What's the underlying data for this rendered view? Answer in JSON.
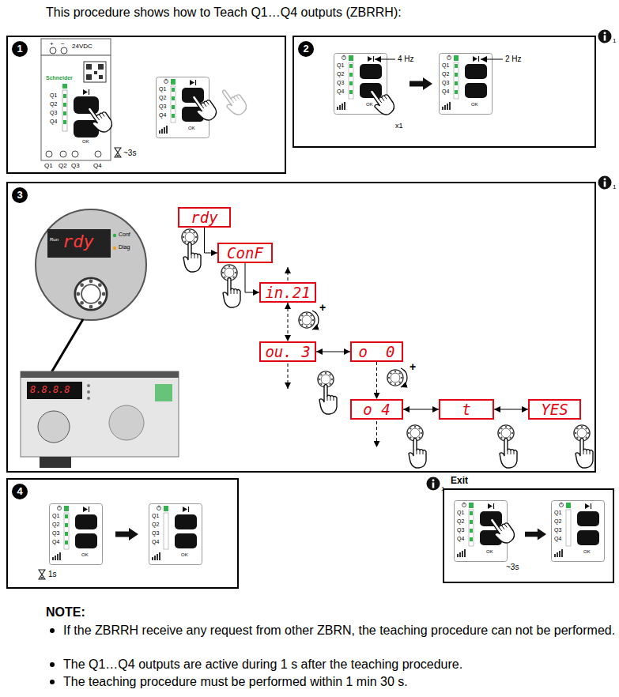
{
  "diagram": {
    "title": "This procedure shows how to Teach Q1…Q4 outputs (ZBRRH):",
    "nodes": [
      {
        "text": [
          "1"
        ]
      },
      {
        "text": [
          "2"
        ]
      },
      {
        "text": [
          "3"
        ]
      },
      {
        "text": [
          "rdy"
        ],
        "in": 2
      },
      {
        "text": [
          "ConF"
        ],
        "in": 2
      },
      {
        "text": [
          "in.21"
        ],
        "in": 2
      },
      {
        "text": [
          "ou. 3"
        ],
        "in": 2
      },
      {
        "text": [
          "o_ 0"
        ],
        "in": 2
      },
      {
        "text": [
          "o 4"
        ],
        "in": 2
      },
      {
        "text": [
          "t"
        ],
        "in": 2
      },
      {
        "text": [
          "YES"
        ],
        "in": 2
      },
      {
        "text": [
          "4"
        ]
      },
      {
        "text": [
          "Exit"
        ]
      }
    ],
    "edges": [
      {
        "from": 3,
        "to": 4,
        "arrow": "to"
      },
      {
        "from": 4,
        "to": 5,
        "arrow": "to"
      },
      {
        "from": 5,
        "to": 6,
        "arrow": "both"
      },
      {
        "from": 6,
        "to": 7,
        "arrow": "both"
      },
      {
        "from": 7,
        "to": 8,
        "arrow": "to"
      },
      {
        "from": 8,
        "to": 9,
        "arrow": "both"
      },
      {
        "from": 9,
        "to": 10,
        "arrow": "both"
      }
    ],
    "labels": [
      "+",
      "−",
      "24VDC",
      "Schneider",
      "Q1",
      "Q2",
      "Q3",
      "Q4",
      "OK",
      "~3s",
      "Q1",
      "Q2",
      "Q3",
      "Q4",
      "Q1",
      "Q2",
      "Q3",
      "Q4",
      "OK",
      "1",
      "Q1",
      "Q2",
      "Q3",
      "Q4",
      "OK",
      "4 Hz",
      "x1",
      "Q1",
      "Q2",
      "Q3",
      "Q4",
      "OK",
      "2 Hz",
      "1",
      "rdy",
      "Run",
      "Conf",
      "Diag",
      "8.8.8.8",
      "+",
      "+",
      "Q1",
      "Q2",
      "Q3",
      "Q4",
      "OK",
      "Q1",
      "Q2",
      "Q3",
      "Q4",
      "OK",
      "1s",
      "1",
      "Q1",
      "Q2",
      "Q3",
      "Q4",
      "OK",
      "Q1",
      "Q2",
      "Q3",
      "Q4",
      "OK",
      "~3s",
      "NOTE:",
      "If the ZBRRH receive any request from other ZBRN, the teaching procedure can not be performed.",
      "The Q1…Q4 outputs are active during 1 s after the teaching procedure.",
      "The teaching procedure must be performed within 1 min 30 s."
    ]
  }
}
